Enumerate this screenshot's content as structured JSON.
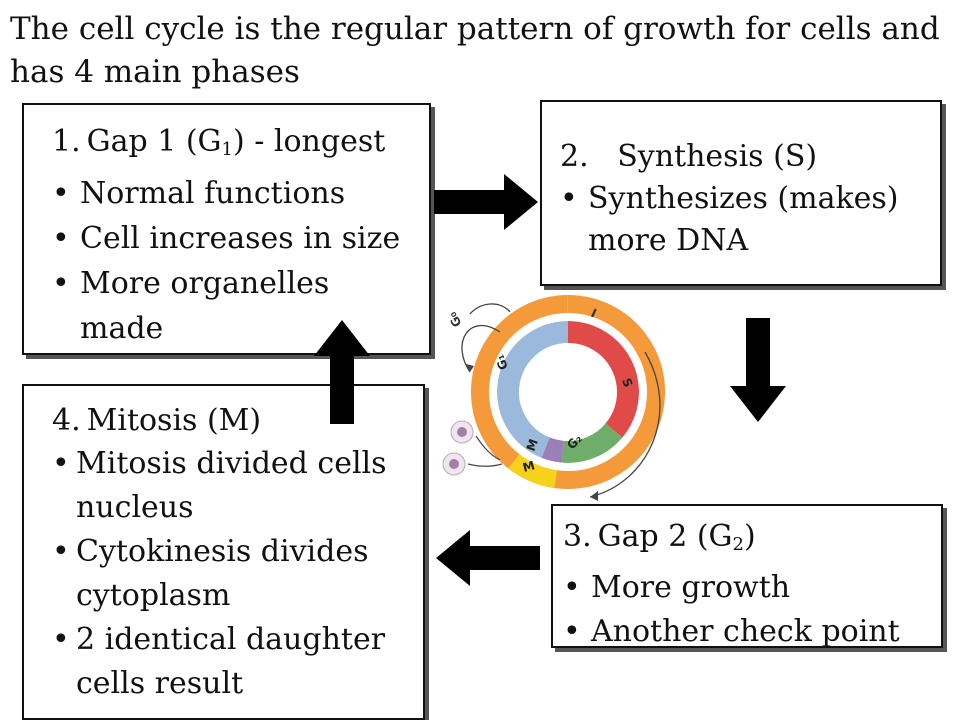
{
  "title": "The cell cycle is the regular pattern of growth for cells and has 4 main phases",
  "box1": {
    "num": "1.",
    "head_pre": "Gap 1 (G",
    "head_sub": "1",
    "head_post": ") - longest",
    "bullets": [
      "Normal functions",
      "Cell increases in size",
      "More organelles made"
    ]
  },
  "box2": {
    "num": "2.",
    "head": "Synthesis (S)",
    "bullets": [
      "Synthesizes (makes) more DNA"
    ]
  },
  "box3": {
    "num": "3.",
    "head_pre": "Gap 2 (G",
    "head_sub": "2",
    "head_post": ")",
    "bullets": [
      "More growth",
      "Another check point"
    ]
  },
  "box4": {
    "num": "4.",
    "head": "Mitosis (M)",
    "bullets": [
      "Mitosis divided cells nucleus",
      "Cytokinesis divides cytoplasm",
      "2 identical daughter cells result"
    ]
  },
  "cycle_labels": {
    "i": "I",
    "s": "S",
    "g2": "G₂",
    "m": "M",
    "g1": "G₁",
    "g0": "G₀",
    "m_outer": "M"
  },
  "colors": {
    "g1": "#9bbadb",
    "s": "#e04a49",
    "g2": "#6fae6a",
    "m": "#9a7fb8",
    "outer": "#f49a3a",
    "mitosis_band": "#f7d21b",
    "arrow": "#000000"
  }
}
